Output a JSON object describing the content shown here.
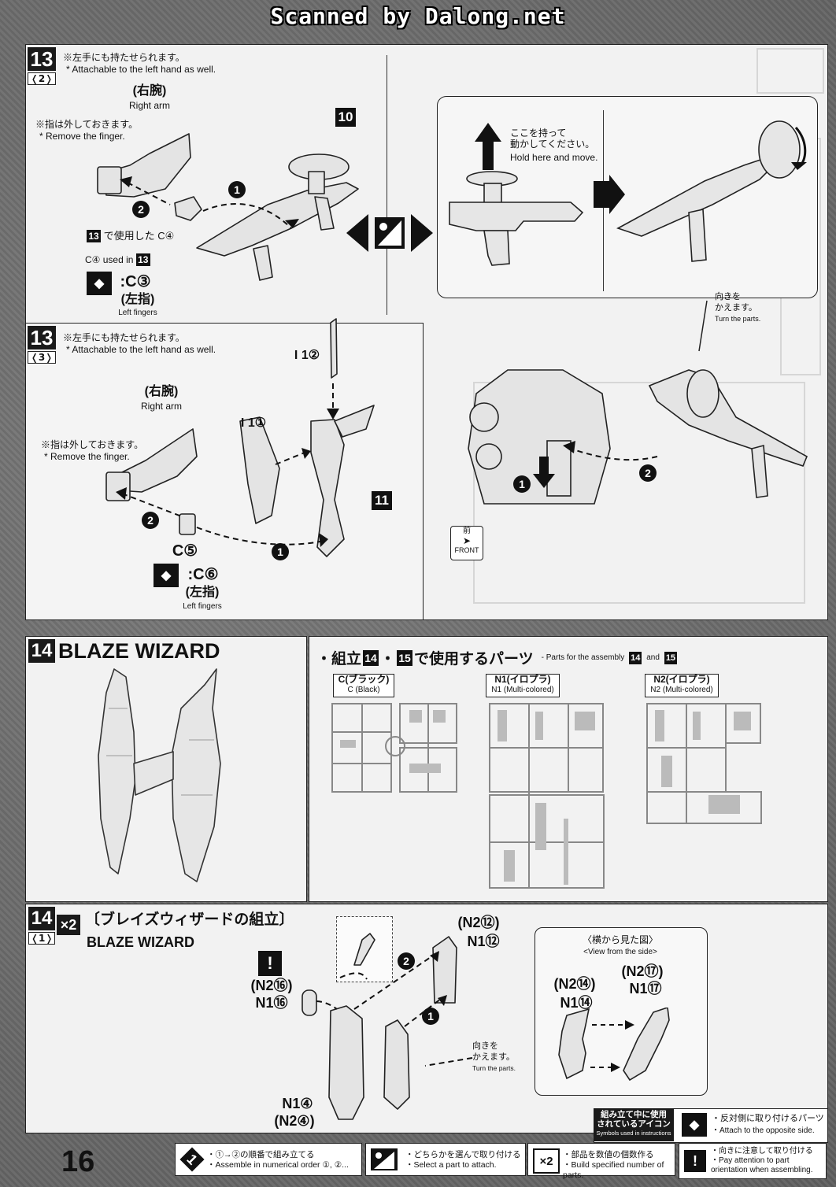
{
  "header": {
    "scan_credit": "Scanned by Dalong.net"
  },
  "step13_2": {
    "step_num": "13",
    "sub": "❬2❭",
    "note_jp": "※左手にも持たせられます。",
    "note_en": "* Attachable to the left hand as well.",
    "arm_jp": "(右腕)",
    "arm_en": "Right arm",
    "finger_jp": "※指は外しておきます。",
    "finger_en": "* Remove the finger.",
    "part_10": "10",
    "used_jp": "で使用した C④",
    "used_en": "C④ used in",
    "ref_step": "13",
    "opp_part": ":C③",
    "left_jp": "(左指)",
    "left_en": "Left fingers",
    "hold_jp": "ここを持って\n動かしてください。",
    "hold_en": "Hold here and move.",
    "turn_jp": "向きを\nかえます。",
    "turn_en": "Turn the parts."
  },
  "step13_3": {
    "step_num": "13",
    "sub": "❬3❭",
    "note_jp": "※左手にも持たせられます。",
    "note_en": "* Attachable to the left hand as well.",
    "arm_jp": "(右腕)",
    "arm_en": "Right arm",
    "finger_jp": "※指は外しておきます。",
    "finger_en": "* Remove the finger.",
    "part_i2": "I 1②",
    "part_i1": "I 1①",
    "part_11": "11",
    "part_c5": "C⑤",
    "opp_part": ":C⑥",
    "left_jp": "(左指)",
    "left_en": "Left fingers",
    "front_jp": "前",
    "front_en": "FRONT"
  },
  "step14": {
    "step_num": "14",
    "title": "BLAZE WIZARD",
    "parts_heading_a": "・組立",
    "parts_num_a": "14",
    "parts_dot": "・",
    "parts_num_b": "15",
    "parts_heading_b": "で使用するパーツ",
    "parts_sub_en": "- Parts for the assembly",
    "parts_sub_and": "and",
    "runners": [
      {
        "jp": "C(ブラック)",
        "en": "C (Black)"
      },
      {
        "jp": "N1(イロプラ)",
        "en": "N1 (Multi-colored)"
      },
      {
        "jp": "N2(イロプラ)",
        "en": "N2 (Multi-colored)"
      }
    ]
  },
  "step14_1": {
    "step_num": "14",
    "sub": "❬1❭",
    "times": "×2",
    "title_jp": "〔ブレイズウィザードの組立〕",
    "title_en": "BLAZE WIZARD",
    "p_n2_16": "(N2⑯)",
    "p_n1_16": "N1⑯",
    "p_n2_12": "(N2⑫)",
    "p_n1_12": "N1⑫",
    "p_n1_4": "N1④",
    "p_n2_4": "(N2④)",
    "turn_jp": "向きを\nかえます。",
    "turn_en": "Turn the parts.",
    "side_jp": "〈横から見た図〉",
    "side_en": "<View from the side>",
    "p_n2_14": "(N2⑭)",
    "p_n1_14": "N1⑭",
    "p_n2_17": "(N2⑰)",
    "p_n1_17": "N1⑰"
  },
  "legend": {
    "title_jp": "組み立て中に使用\nされているアイコン",
    "title_en": "Symbols used in instructions",
    "opp_jp": "・反対側に取り付けるパーツ",
    "opp_en": "・Attach to the opposite side."
  },
  "footer": {
    "page": "16",
    "items": [
      {
        "jp": "・①→②の順番で組み立てる",
        "en": "・Assemble in numerical order ①, ②..."
      },
      {
        "jp": "・どちらかを選んで取り付ける",
        "en": "・Select a part to attach."
      },
      {
        "jp": "・部品を数値の個数作る",
        "en": "・Build specified number of parts."
      },
      {
        "jp": "・向きに注意して取り付ける",
        "en": "・Pay attention to part orientation when assembling."
      }
    ],
    "icon_1": "1",
    "icon_x2": "×2",
    "icon_warn": "!"
  }
}
